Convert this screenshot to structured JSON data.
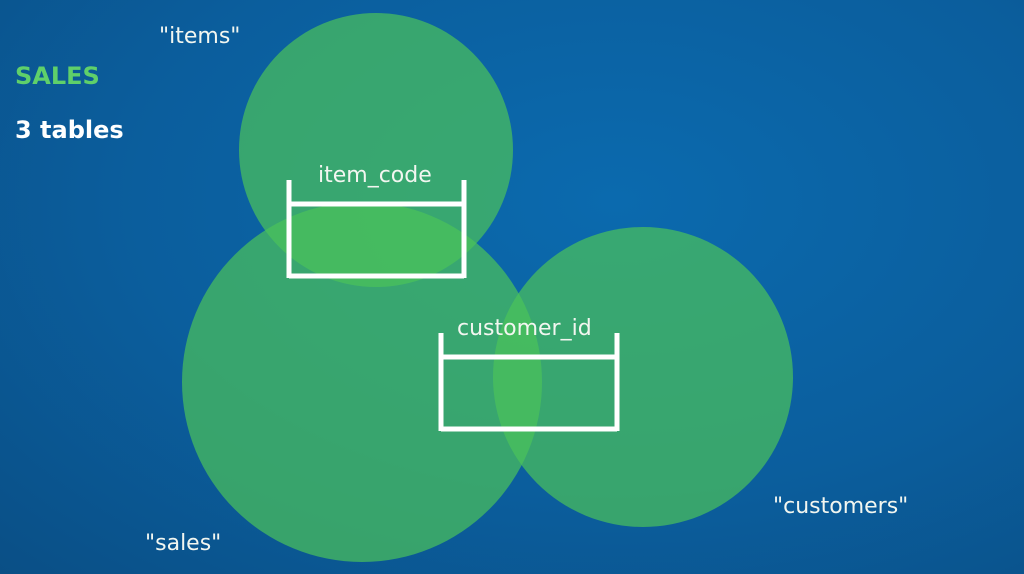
{
  "header": {
    "title": "SALES",
    "subtitle": "3 tables"
  },
  "tables": [
    {
      "name": "\"items\""
    },
    {
      "name": "\"sales\""
    },
    {
      "name": "\"customers\""
    }
  ],
  "keys": [
    {
      "label": "item_code"
    },
    {
      "label": "customer_id"
    }
  ],
  "colors": {
    "background": "#0b5f9e",
    "circle": "#4cc35a",
    "title": "#5fd06a",
    "text": "#ffffff"
  }
}
